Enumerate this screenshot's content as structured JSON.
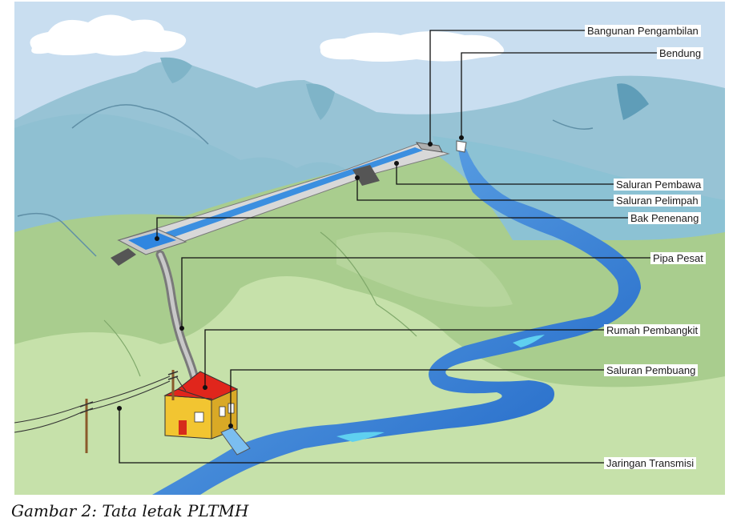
{
  "labels": {
    "bangunan_pengambilan": "Bangunan Pengambilan",
    "bendung": "Bendung",
    "saluran_pembawa": "Saluran Pembawa",
    "saluran_pelimpah": "Saluran Pelimpah",
    "bak_penenang": "Bak Penenang",
    "pipa_pesat": "Pipa Pesat",
    "rumah_pembangkit": "Rumah Pembangkit",
    "saluran_pembuang": "Saluran Pembuang",
    "jaringan_transmisi": "Jaringan Transmisi"
  },
  "caption": "Gambar 2: Tata letak PLTMH",
  "colors": {
    "sky": "#c9def0",
    "mountain": "#93c2d2",
    "hill": "#a8cc8c",
    "meadow": "#c5e0a8",
    "river": "#1f6fd0",
    "roof": "#e0261c",
    "wall": "#f2c531"
  }
}
